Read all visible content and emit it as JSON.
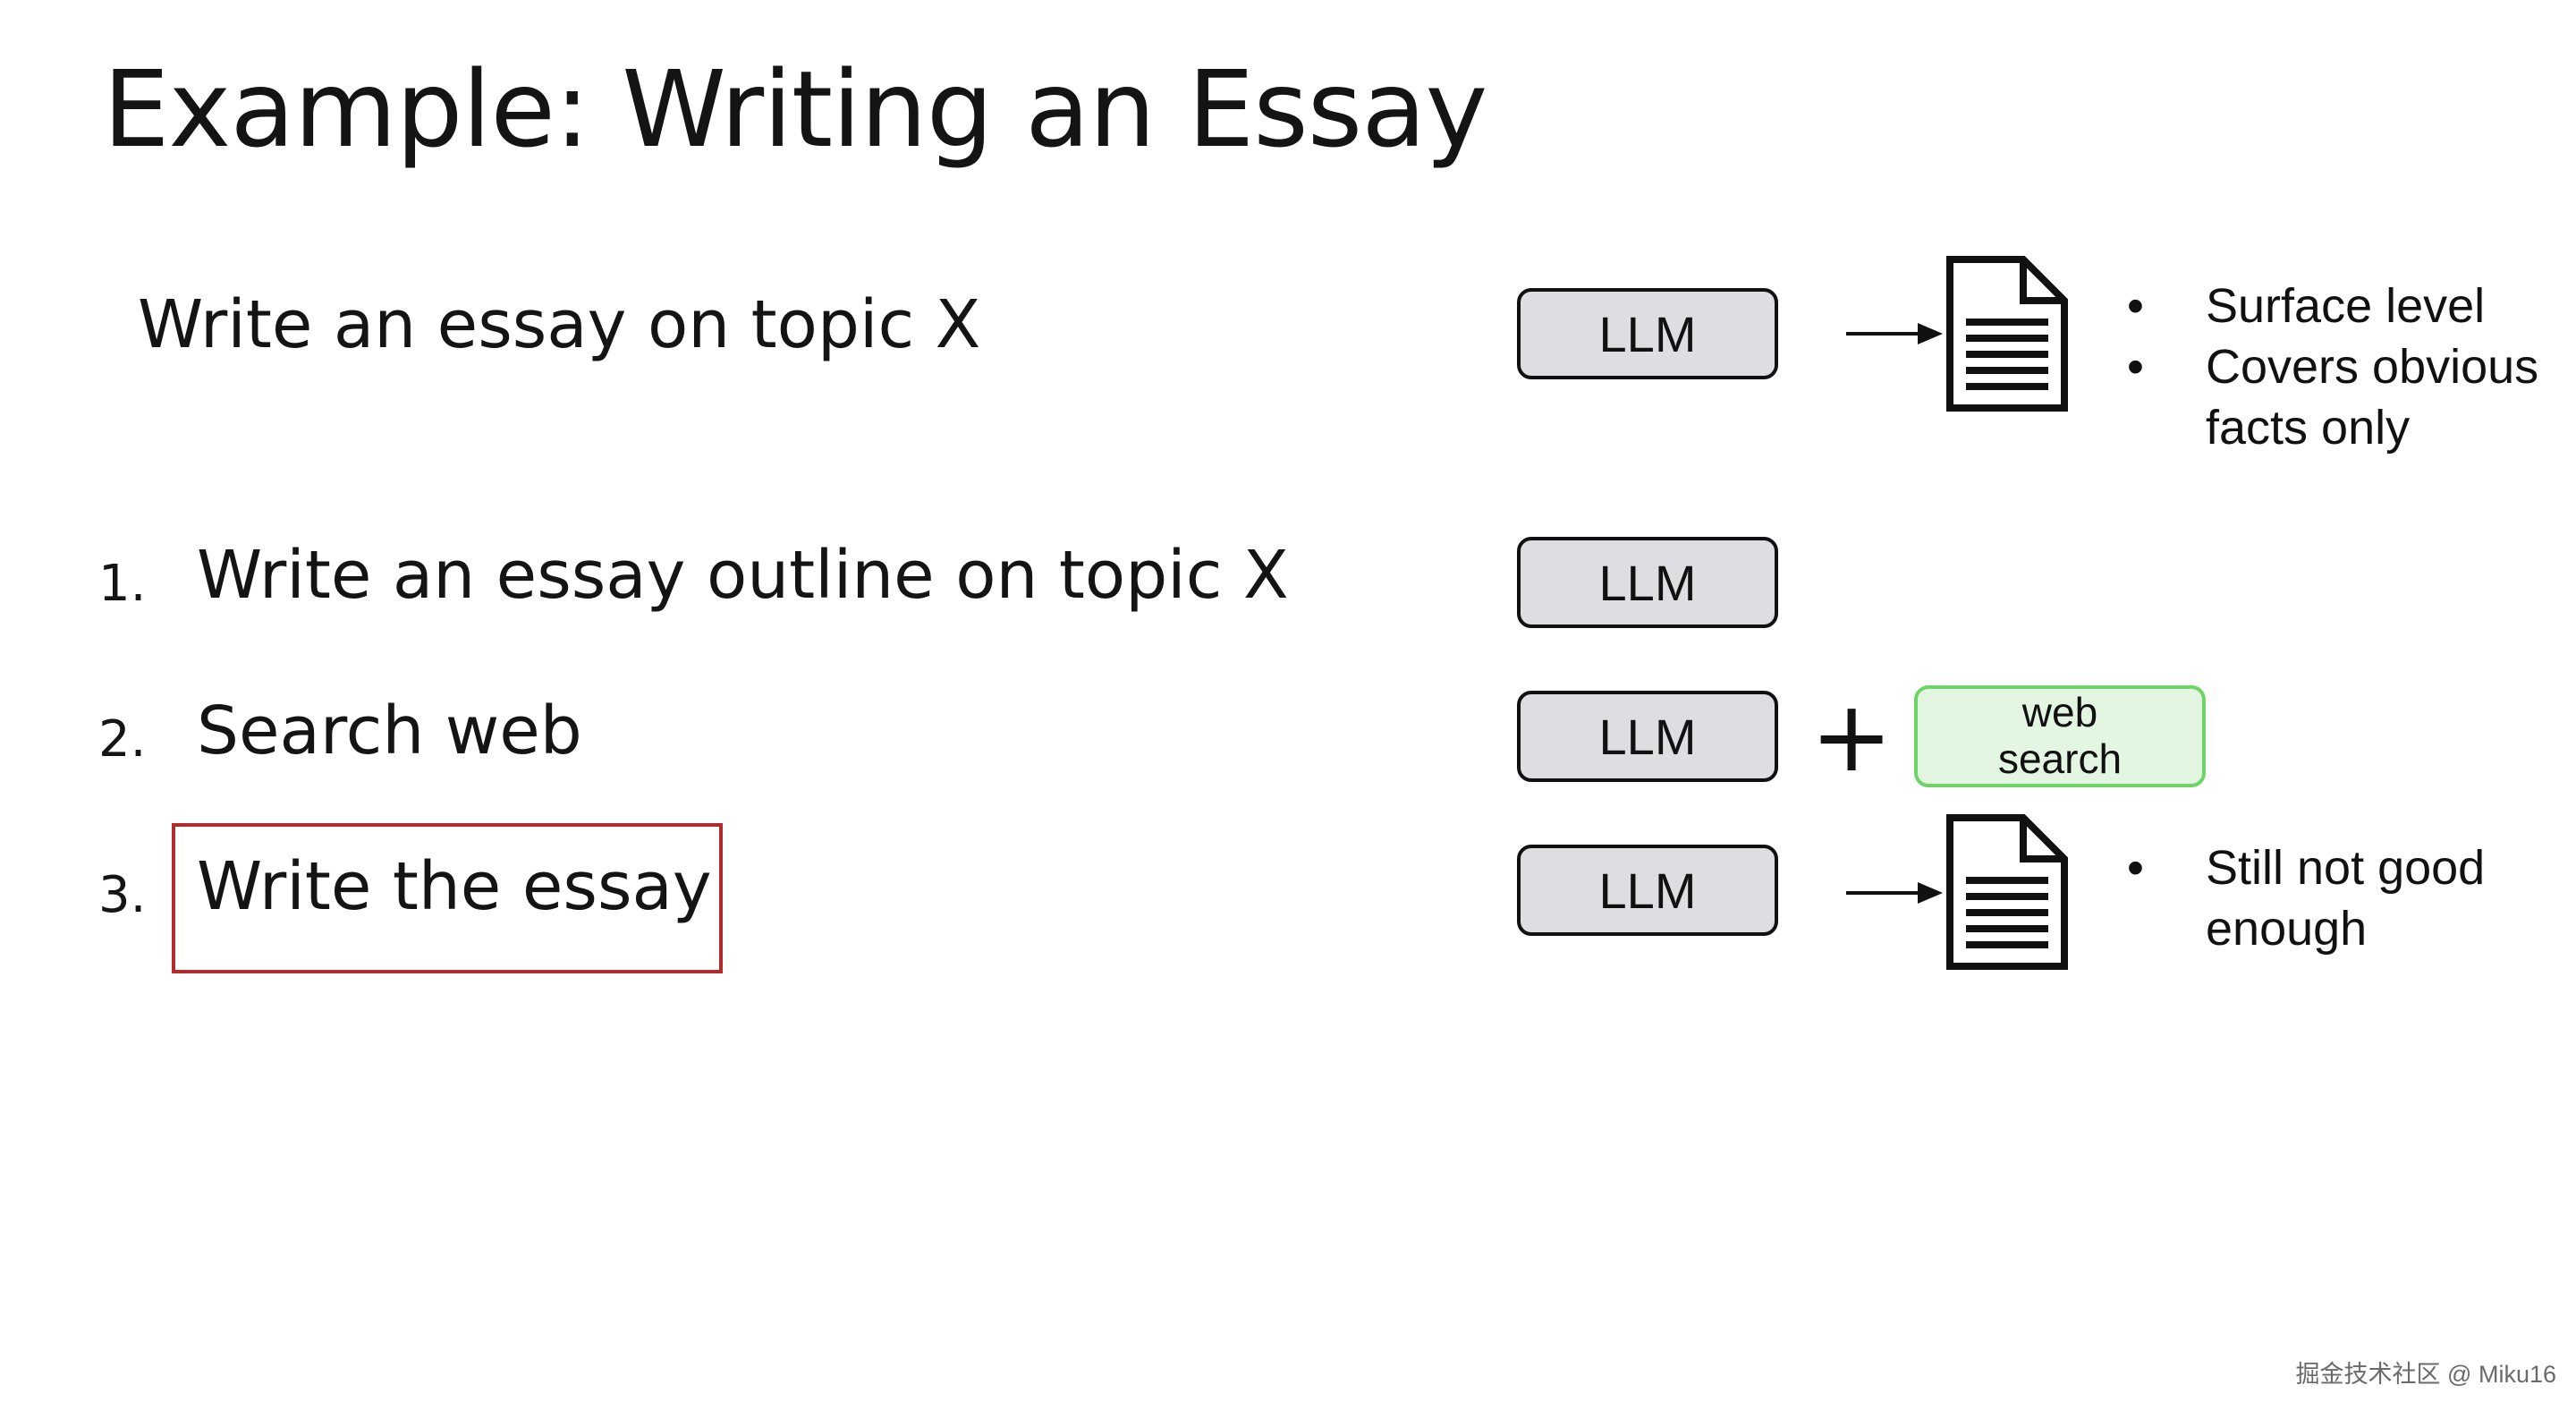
{
  "title": "Example: Writing an Essay",
  "single_prompt": "Write an essay on topic X",
  "steps": [
    {
      "number": "1.",
      "label": "Write an essay outline on topic X"
    },
    {
      "number": "2.",
      "label": "Search web"
    },
    {
      "number": "3.",
      "label": "Write the essay"
    }
  ],
  "llm_label": "LLM",
  "plus_sign": "+",
  "web_search": {
    "line1": "web",
    "line2": "search"
  },
  "top_notes": [
    "Surface level",
    "Covers obvious",
    "facts only"
  ],
  "bottom_notes": [
    "Still not good",
    "enough"
  ],
  "bullet_symbol": "•",
  "watermark": "掘金技术社区 @ Miku16",
  "colors": {
    "llm_box_fill": "#dedee2",
    "web_search_fill": "#e3f6e1",
    "web_search_border": "#6dd567",
    "highlight_border": "#b22a2a"
  },
  "icons": [
    "document-icon",
    "arrow-right-icon"
  ]
}
